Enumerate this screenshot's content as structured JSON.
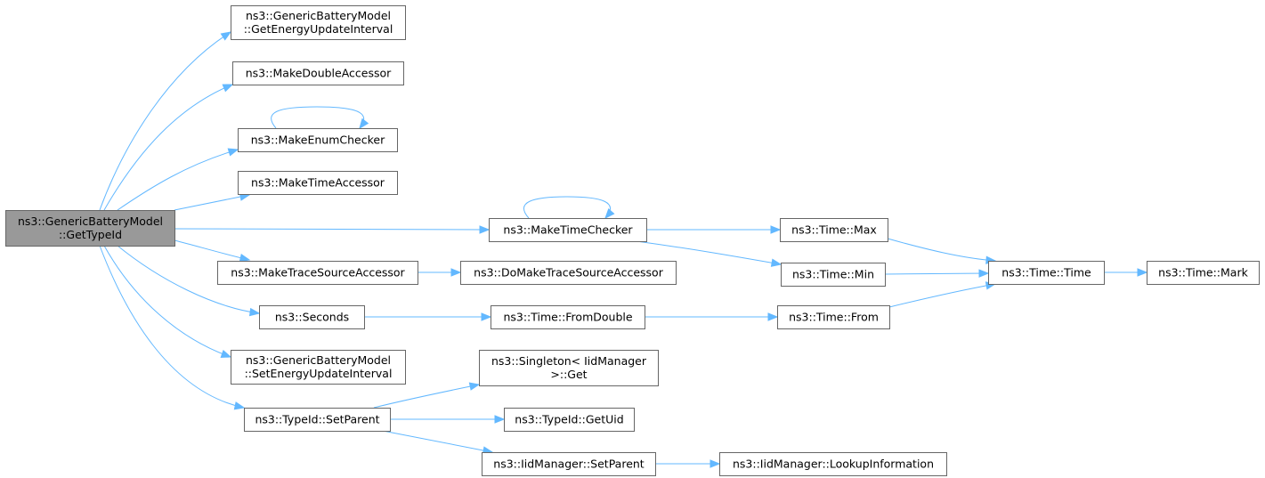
{
  "colors": {
    "edge": "#63b8ff",
    "box_border": "#666666",
    "root_fill": "#999999",
    "box_fill": "#ffffff"
  },
  "nodes": [
    {
      "id": "root",
      "lines": [
        "ns3::GenericBatteryModel",
        "::GetTypeId"
      ]
    },
    {
      "id": "geui",
      "lines": [
        "ns3::GenericBatteryModel",
        "::GetEnergyUpdateInterval"
      ]
    },
    {
      "id": "mda",
      "lines": [
        "ns3::MakeDoubleAccessor"
      ]
    },
    {
      "id": "mec",
      "lines": [
        "ns3::MakeEnumChecker"
      ]
    },
    {
      "id": "mta",
      "lines": [
        "ns3::MakeTimeAccessor"
      ]
    },
    {
      "id": "mtc",
      "lines": [
        "ns3::MakeTimeChecker"
      ]
    },
    {
      "id": "mtsa",
      "lines": [
        "ns3::MakeTraceSourceAccessor"
      ]
    },
    {
      "id": "dmtsa",
      "lines": [
        "ns3::DoMakeTraceSourceAccessor"
      ]
    },
    {
      "id": "sec",
      "lines": [
        "ns3::Seconds"
      ]
    },
    {
      "id": "seui",
      "lines": [
        "ns3::GenericBatteryModel",
        "::SetEnergyUpdateInterval"
      ]
    },
    {
      "id": "tsp",
      "lines": [
        "ns3::TypeId::SetParent"
      ]
    },
    {
      "id": "tmax",
      "lines": [
        "ns3::Time::Max"
      ]
    },
    {
      "id": "tmin",
      "lines": [
        "ns3::Time::Min"
      ]
    },
    {
      "id": "time",
      "lines": [
        "ns3::Time::Time"
      ]
    },
    {
      "id": "mark",
      "lines": [
        "ns3::Time::Mark"
      ]
    },
    {
      "id": "tfd",
      "lines": [
        "ns3::Time::FromDouble"
      ]
    },
    {
      "id": "tfrom",
      "lines": [
        "ns3::Time::From"
      ]
    },
    {
      "id": "sget",
      "lines": [
        "ns3::Singleton< IidManager",
        ">::Get"
      ]
    },
    {
      "id": "guid",
      "lines": [
        "ns3::TypeId::GetUid"
      ]
    },
    {
      "id": "imsp",
      "lines": [
        "ns3::IidManager::SetParent"
      ]
    },
    {
      "id": "imli",
      "lines": [
        "ns3::IidManager::LookupInformation"
      ]
    }
  ],
  "edges": [
    [
      "root",
      "geui"
    ],
    [
      "root",
      "mda"
    ],
    [
      "root",
      "mec"
    ],
    [
      "mec",
      "mec"
    ],
    [
      "root",
      "mta"
    ],
    [
      "root",
      "mtc"
    ],
    [
      "mtc",
      "mtc"
    ],
    [
      "root",
      "mtsa"
    ],
    [
      "root",
      "sec"
    ],
    [
      "root",
      "seui"
    ],
    [
      "root",
      "tsp"
    ],
    [
      "mtc",
      "tmax"
    ],
    [
      "mtc",
      "tmin"
    ],
    [
      "tmax",
      "time"
    ],
    [
      "tmin",
      "time"
    ],
    [
      "time",
      "mark"
    ],
    [
      "mtsa",
      "dmtsa"
    ],
    [
      "sec",
      "tfd"
    ],
    [
      "tfd",
      "tfrom"
    ],
    [
      "tfrom",
      "time"
    ],
    [
      "tsp",
      "sget"
    ],
    [
      "tsp",
      "guid"
    ],
    [
      "tsp",
      "imsp"
    ],
    [
      "imsp",
      "imli"
    ]
  ]
}
